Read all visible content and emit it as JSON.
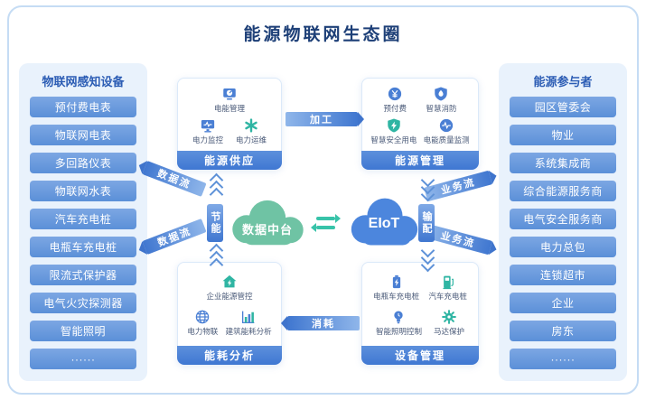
{
  "title": "能源物联网生态圈",
  "left_panel": {
    "header": "物联网感知设备",
    "items": [
      "预付费电表",
      "物联网电表",
      "多回路仪表",
      "物联网水表",
      "汽车充电桩",
      "电瓶车充电桩",
      "限流式保护器",
      "电气火灾探测器",
      "智能照明",
      "······"
    ]
  },
  "right_panel": {
    "header": "能源参与者",
    "items": [
      "园区管委会",
      "物业",
      "系统集成商",
      "综合能源服务商",
      "电气安全服务商",
      "电力总包",
      "连锁超市",
      "企业",
      "房东",
      "······"
    ]
  },
  "modules": {
    "energy_supply": {
      "label": "能源供应",
      "items": [
        {
          "label": "电能管理",
          "icon": "power-meter-icon"
        },
        {
          "label": "电力监控",
          "icon": "monitor-icon"
        },
        {
          "label": "电力运维",
          "icon": "maintenance-star-icon"
        }
      ]
    },
    "energy_management": {
      "label": "能源管理",
      "items": [
        {
          "label": "预付费",
          "icon": "prepaid-coin-icon"
        },
        {
          "label": "智慧消防",
          "icon": "fire-shield-icon"
        },
        {
          "label": "智慧安全用电",
          "icon": "safe-power-shield-icon"
        },
        {
          "label": "电能质量监测",
          "icon": "power-quality-icon"
        }
      ]
    },
    "energy_analysis": {
      "label": "能耗分析",
      "items": [
        {
          "label": "企业能源管控",
          "icon": "enterprise-energy-icon"
        },
        {
          "label": "电力物联",
          "icon": "globe-icon"
        },
        {
          "label": "建筑能耗分析",
          "icon": "bar-chart-icon"
        }
      ]
    },
    "device_management": {
      "label": "设备管理",
      "items": [
        {
          "label": "电瓶车充电桩",
          "icon": "battery-charging-icon"
        },
        {
          "label": "汽车充电桩",
          "icon": "car-charger-icon"
        },
        {
          "label": "智能照明控制",
          "icon": "smart-light-icon"
        },
        {
          "label": "马达保护",
          "icon": "motor-gear-icon"
        }
      ]
    }
  },
  "center": {
    "data_platform_label": "数据中台",
    "eiot_label": "EIoT"
  },
  "flows": {
    "processing": "加工",
    "consumption": "消耗",
    "data_flow_top": "数据流",
    "data_flow_bottom": "数据流",
    "business_flow_top": "业务流",
    "business_flow_bottom": "业务流",
    "energy_saving": "节能",
    "distribution": "输配"
  },
  "colors": {
    "accent_blue": "#4a7fd4",
    "teal": "#2fb5a3",
    "panel_bg": "#e9f2fc",
    "item_blue": "#6598db",
    "cloud_green": "#6fc3a4",
    "cloud_blue": "#4c86dd",
    "title_navy": "#1d3f77"
  }
}
